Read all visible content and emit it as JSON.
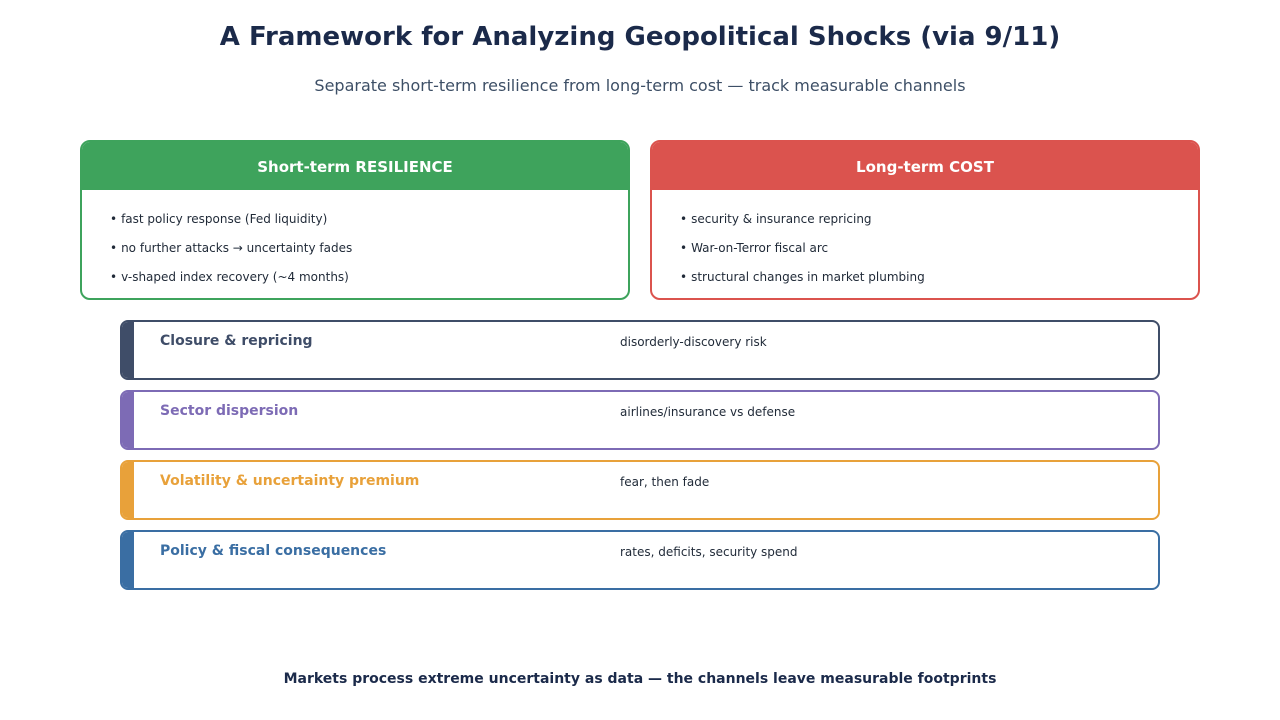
{
  "title": "A Framework for Analyzing Geopolitical Shocks (via 9/11)",
  "subtitle": "Separate short-term resilience from long-term cost — track measurable channels",
  "colors": {
    "title": "#1b2a4a",
    "resilience": "#3ea35c",
    "cost": "#db534e",
    "closure": "#3f4d68",
    "sector": "#7d6bb5",
    "volatility": "#e8a13a",
    "policy": "#3a6ea3"
  },
  "panels": {
    "resilience": {
      "title": "Short-term RESILIENCE",
      "bullet_symbol": "•",
      "items": [
        "fast policy response (Fed liquidity)",
        "no further attacks → uncertainty fades",
        "v-shaped index recovery (~4 months)"
      ]
    },
    "cost": {
      "title": "Long-term COST",
      "bullet_symbol": "•",
      "items": [
        "security & insurance repricing",
        "War-on-Terror fiscal arc",
        "structural changes in market plumbing"
      ]
    }
  },
  "channels": [
    {
      "title": "Closure & repricing",
      "description": "disorderly-discovery risk"
    },
    {
      "title": "Sector dispersion",
      "description": "airlines/insurance vs defense"
    },
    {
      "title": "Volatility & uncertainty premium",
      "description": "fear, then fade"
    },
    {
      "title": "Policy & fiscal consequences",
      "description": "rates, deficits, security spend"
    }
  ],
  "footer": "Markets process extreme uncertainty as data — the channels leave measurable footprints"
}
